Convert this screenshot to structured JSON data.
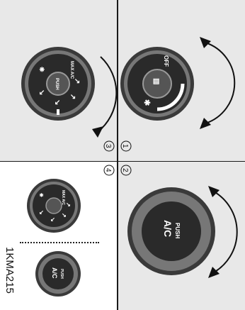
{
  "labels": {
    "panel_1": "①",
    "panel_2": "②",
    "panel_3": "③",
    "panel_4": "④",
    "knob_off": "OFF",
    "knob_push": "PUSH",
    "knob_ac": "A/C",
    "knob_max_ac": "MAX A/C",
    "figure_code": "1KMA215"
  }
}
